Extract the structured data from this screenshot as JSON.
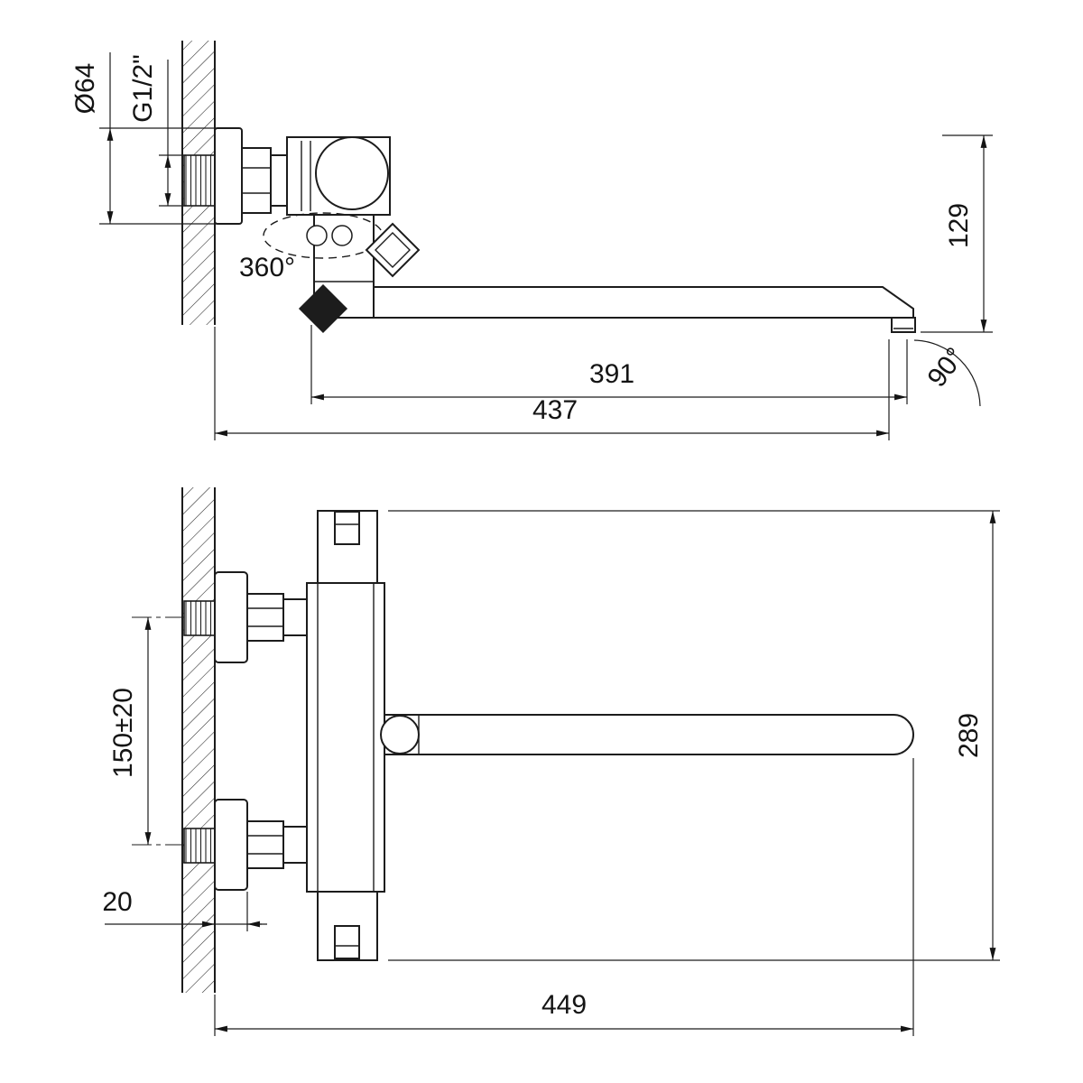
{
  "drawing": {
    "subject": "Wall-mounted bath mixer tap with long swivel spout — dimensional drawing (side view and front view)",
    "side_view": {
      "flange_diameter": "Ø64",
      "thread_size": "G1/2\"",
      "spout_swivel_angle": "360°",
      "drop_height": "129",
      "spout_reach": "391",
      "overall_reach": "437",
      "outlet_angle": "90°"
    },
    "front_view": {
      "inlet_centers_spacing": "150±20",
      "flange_depth": "20",
      "overall_height": "289",
      "overall_width": "449"
    }
  }
}
